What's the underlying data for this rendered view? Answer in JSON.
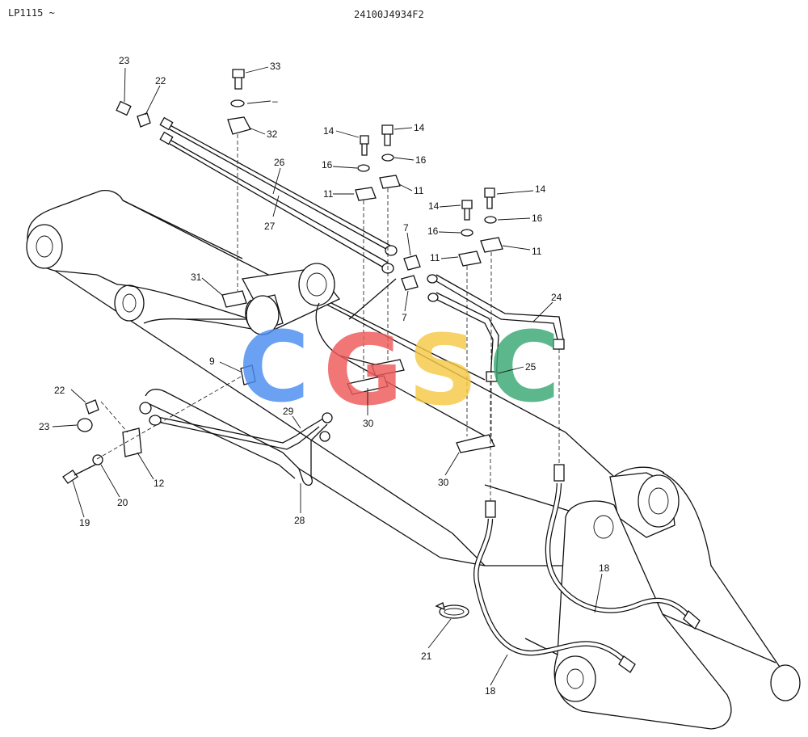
{
  "header": {
    "left_code": "LP1115 ~",
    "part_number": "24100J4934F2"
  },
  "watermark": {
    "letters": [
      "C",
      "G",
      "S",
      "C"
    ],
    "colors": [
      "#4a8df0",
      "#ee5a5a",
      "#f6c945",
      "#3aa873"
    ]
  },
  "labels": {
    "n33": "33",
    "n_washer_top": "–",
    "n32": "32",
    "n23a": "23",
    "n22a": "22",
    "n26": "26",
    "n27": "27",
    "n14a": "14",
    "n14b": "14",
    "n16a": "16",
    "n16b": "16",
    "n11a": "11",
    "n11b": "11",
    "n14c": "14",
    "n14d": "14",
    "n16c": "16",
    "n16d": "16",
    "n11c": "11",
    "n11d": "11",
    "n7a": "7",
    "n7b": "7",
    "n31": "31",
    "n24": "24",
    "n25": "25",
    "n9": "9",
    "n22b": "22",
    "n23b": "23",
    "n12": "12",
    "n20": "20",
    "n19": "19",
    "n29": "29",
    "n28": "28",
    "n30a": "30",
    "n30b": "30",
    "n18a": "18",
    "n18b": "18",
    "n21": "21"
  }
}
